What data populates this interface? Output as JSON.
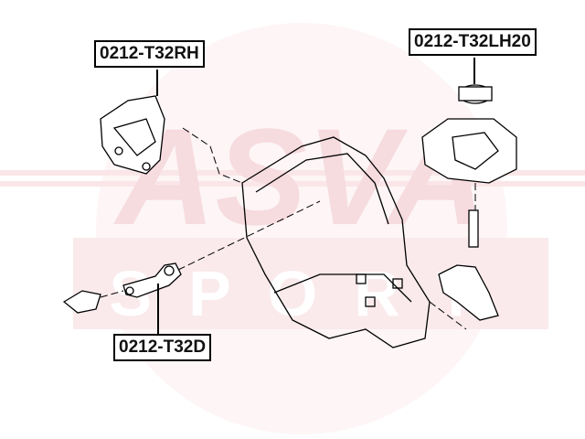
{
  "watermark": {
    "brand": "ASVA",
    "subtext": "SPORT",
    "color": "#e8a0a8"
  },
  "parts": [
    {
      "id": "rh",
      "label": "0212-T32RH"
    },
    {
      "id": "lh",
      "label": "0212-T32LH20"
    },
    {
      "id": "d",
      "label": "0212-T32D"
    }
  ]
}
